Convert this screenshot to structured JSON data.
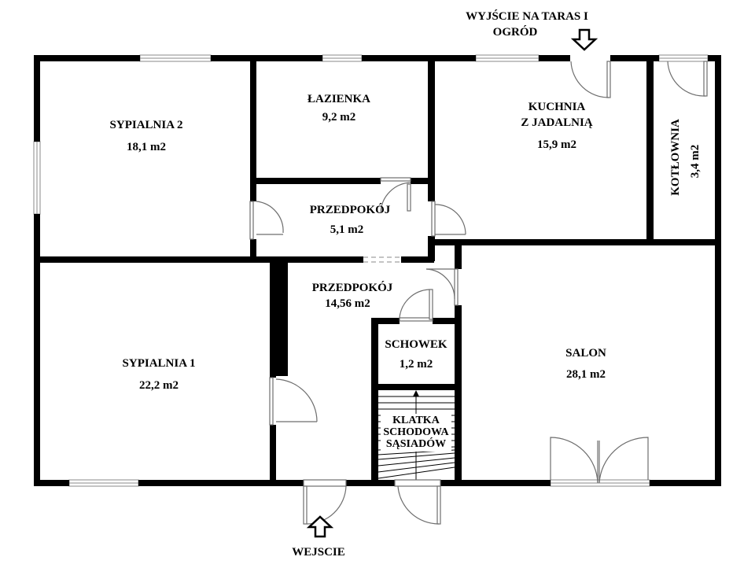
{
  "rooms": {
    "sypialnia2": {
      "name": "SYPIALNIA 2",
      "area": "18,1 m2"
    },
    "lazienka": {
      "name": "ŁAZIENKA",
      "area": "9,2 m2"
    },
    "kuchnia": {
      "name_line1": "KUCHNIA",
      "name_line2": "Z JADALNIĄ",
      "area": "15,9 m2"
    },
    "kotlownia": {
      "name": "KOTŁOWNIA",
      "area": "3,4 m2"
    },
    "przedpokoj_small": {
      "name": "PRZEDPOKÓJ",
      "area": "5,1 m2"
    },
    "przedpokoj_large": {
      "name": "PRZEDPOKÓJ",
      "area": "14,56 m2"
    },
    "schowek": {
      "name": "SCHOWEK",
      "area": "1,2 m2"
    },
    "salon": {
      "name": "SALON",
      "area": "28,1 m2"
    },
    "sypialnia1": {
      "name": "SYPIALNIA 1",
      "area": "22,2 m2"
    },
    "klatka": {
      "line1": "KLATKA",
      "line2": "SCHODOWA",
      "line3": "SĄSIADÓW"
    }
  },
  "exits": {
    "taras_line1": "WYJŚCIE NA TARAS I",
    "taras_line2": "OGRÓD",
    "entrance": "WEJSCIE"
  },
  "icons": {
    "taras": "arrow-down-icon",
    "entrance": "arrow-up-icon"
  }
}
